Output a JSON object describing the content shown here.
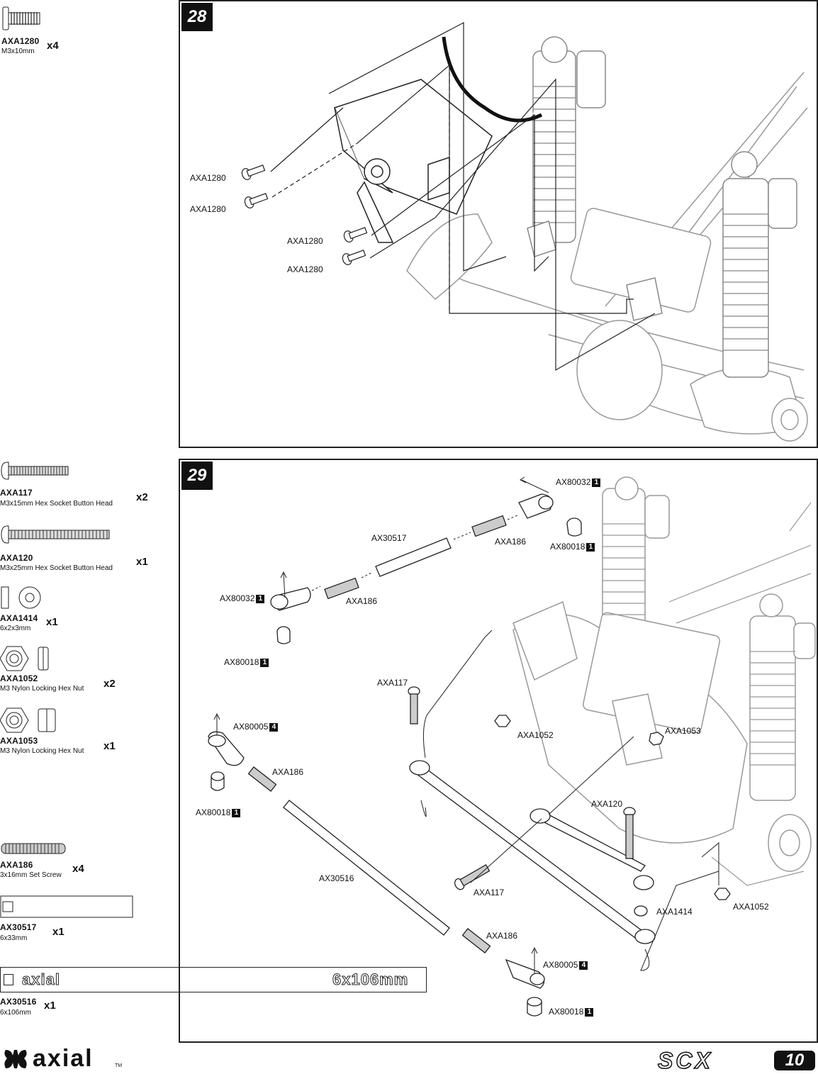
{
  "parts": [
    {
      "code": "AXA1280",
      "desc": "M3x10mm",
      "qty": "x4"
    },
    {
      "code": "AXA117",
      "desc": "M3x15mm Hex Socket Button Head",
      "qty": "x2"
    },
    {
      "code": "AXA120",
      "desc": "M3x25mm Hex Socket Button Head",
      "qty": "x1"
    },
    {
      "code": "AXA1414",
      "desc": "6x2x3mm",
      "qty": "x1"
    },
    {
      "code": "AXA1052",
      "desc": "M3 Nylon Locking Hex Nut",
      "qty": "x2"
    },
    {
      "code": "AXA1053",
      "desc": "M3 Nylon Locking Hex Nut",
      "qty": "x1"
    },
    {
      "code": "AXA186",
      "desc": "3x16mm Set Screw",
      "qty": "x4"
    },
    {
      "code": "AX30517",
      "desc": "6x33mm",
      "qty": "x1"
    },
    {
      "code": "AX30516",
      "desc": "6x106mm",
      "qty": "x1"
    }
  ],
  "link_print": {
    "brand": "axial",
    "size": "6x106mm"
  },
  "step28": {
    "number": "28",
    "callouts": [
      "AXA1280",
      "AXA1280",
      "AXA1280",
      "AXA1280"
    ]
  },
  "step29": {
    "number": "29",
    "callouts": [
      {
        "text": "AX80032",
        "badge": "1"
      },
      {
        "text": "AX30517",
        "badge": ""
      },
      {
        "text": "AXA186",
        "badge": ""
      },
      {
        "text": "AX80018",
        "badge": "1"
      },
      {
        "text": "AX80032",
        "badge": "1"
      },
      {
        "text": "AXA186",
        "badge": ""
      },
      {
        "text": "AX80018",
        "badge": "1"
      },
      {
        "text": "AXA117",
        "badge": ""
      },
      {
        "text": "AXA1052",
        "badge": ""
      },
      {
        "text": "AXA1053",
        "badge": ""
      },
      {
        "text": "AX80005",
        "badge": "4"
      },
      {
        "text": "AXA186",
        "badge": ""
      },
      {
        "text": "AX80018",
        "badge": "1"
      },
      {
        "text": "AXA120",
        "badge": ""
      },
      {
        "text": "AX30516",
        "badge": ""
      },
      {
        "text": "AXA117",
        "badge": ""
      },
      {
        "text": "AXA1414",
        "badge": ""
      },
      {
        "text": "AXA1052",
        "badge": ""
      },
      {
        "text": "AXA186",
        "badge": ""
      },
      {
        "text": "AX80005",
        "badge": "4"
      },
      {
        "text": "AX80018",
        "badge": "1"
      }
    ]
  },
  "footer": {
    "brand": "axial",
    "trademark": "TM",
    "model": "SCX",
    "model_num": "10"
  }
}
